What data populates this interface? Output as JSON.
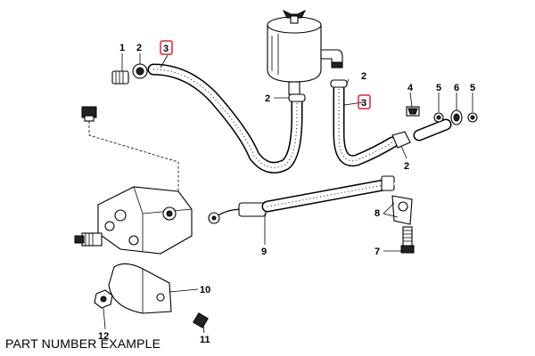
{
  "caption": "PART NUMBER EXAMPLE",
  "highlight_color": "#e8202a",
  "callouts": [
    {
      "id": "c1",
      "label": "1"
    },
    {
      "id": "c2a",
      "label": "2"
    },
    {
      "id": "c3a",
      "label": "3",
      "highlighted": true
    },
    {
      "id": "c2b",
      "label": "2"
    },
    {
      "id": "c2c",
      "label": "2"
    },
    {
      "id": "c3b",
      "label": "3",
      "highlighted": true
    },
    {
      "id": "c4",
      "label": "4"
    },
    {
      "id": "c5a",
      "label": "5"
    },
    {
      "id": "c6",
      "label": "6"
    },
    {
      "id": "c5b",
      "label": "5"
    },
    {
      "id": "c2d",
      "label": "2"
    },
    {
      "id": "c8",
      "label": "8"
    },
    {
      "id": "c9",
      "label": "9"
    },
    {
      "id": "c7",
      "label": "7"
    },
    {
      "id": "c10",
      "label": "10"
    },
    {
      "id": "c12",
      "label": "12"
    },
    {
      "id": "c11",
      "label": "11"
    }
  ]
}
